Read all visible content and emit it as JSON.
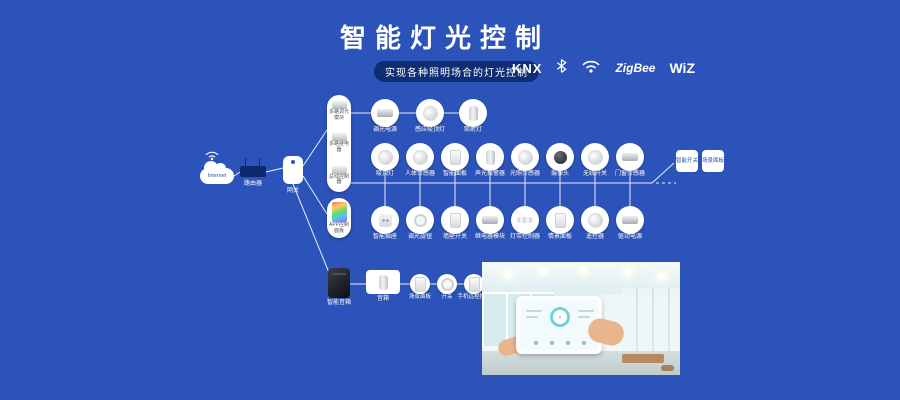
{
  "header": {
    "title": "智能灯光控制",
    "subtitle": "实现各种照明场合的灯光控制"
  },
  "logos": {
    "knx": "KNX",
    "zigbee": "ZigBee",
    "wiz": "WiZ"
  },
  "network": {
    "internet": "Internet",
    "router": "路由器",
    "gateway": "网关"
  },
  "stack": {
    "items": [
      "多路调光模块",
      "多路继电器",
      "总线控制器"
    ],
    "app": "APP控制面板"
  },
  "rows": {
    "top": [
      "调光电源",
      "感应吸顶灯",
      "筒射灯"
    ],
    "upper": [
      "吸顶灯",
      "人体传感器",
      "智能面板",
      "声光报警器",
      "光照传感器",
      "摄像头",
      "无线开关",
      "门窗传感器"
    ],
    "lower": [
      "智能插座",
      "调光旋钮",
      "墙壁开关",
      "继电器模块",
      "灯带控制器",
      "情景面板",
      "遥控器",
      "驱动电源"
    ],
    "badges": [
      "智能开关",
      "场景面板"
    ]
  },
  "bottom": {
    "speaker": "智能音箱",
    "items": [
      "音箱",
      "场景面板",
      "开关",
      "手机远程控制"
    ]
  },
  "colors": {
    "background": "#2b53b9",
    "pill": "#0e2d73",
    "line": "#ffffff"
  }
}
